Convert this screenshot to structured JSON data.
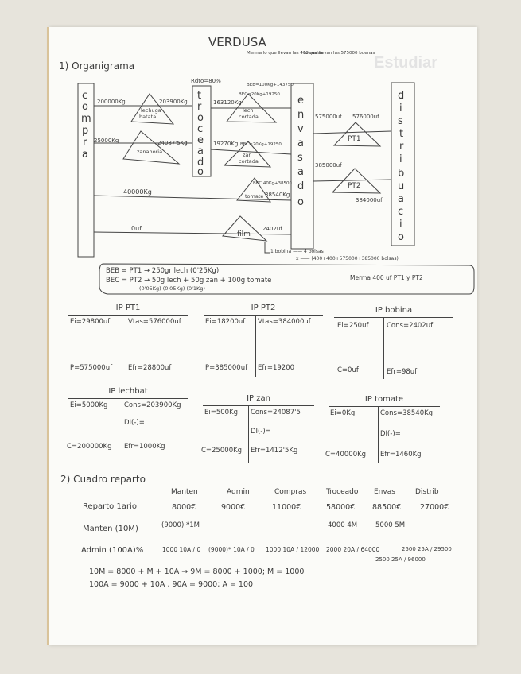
{
  "title": "VERDUSA",
  "bleed_through": "Estudiar",
  "section1": {
    "heading": "1) Organigrama",
    "departments": {
      "compra": "compra",
      "troceado": "troceado",
      "envasado": "envasado",
      "distribucion": "distribucion"
    },
    "triangles": {
      "lechuga_batata": [
        "lechuga",
        "batata"
      ],
      "zanahoria": "zanahoria",
      "lech_cortada": [
        "lech",
        "cortada"
      ],
      "zan_cortada": [
        "zan",
        "cortada"
      ],
      "tomate": "tomate",
      "film": "film",
      "pt1": "PT1",
      "pt2": "PT2"
    },
    "flows": {
      "compra_lech": "200000Kg",
      "lech_troceado": "203900Kg",
      "compra_zan": "25000Kg",
      "zan_troceado": "24087'5Kg",
      "rdto": "Rdto=80%",
      "troceado_lech": "163120Kg",
      "troceado_zan": "19270Kg",
      "beb_note": "BEB=100Kg+143750",
      "bec_lech": "BEC=20Kg+19250",
      "bec_zan": "BEC=20Kg+19250",
      "bec_tomate": "BEC 40Kg+38500",
      "compra_tomate": "40000Kg",
      "tomate_envasado": "38540Kg",
      "compra_film": "0uf",
      "film_envasado": "2402uf",
      "env_pt1": "575000uf",
      "pt1_dist": "576000uf",
      "env_pt2": "385000uf",
      "pt2_dist": "384000uf",
      "merma_note": "Merma lo que llevan las 400 malas",
      "buenas_note": "lo que llevan las 575000 buenas",
      "bobina_line1": "1 bobina —— 4 bolsas",
      "bobina_line2": "x —— (400+400+575000+385000 bolsas)"
    },
    "box": {
      "line1": "BEB = PT1 → 250gr lech (0'25Kg)",
      "line2": "BEC = PT2 → 50g lech + 50g zan + 100g tomate",
      "line3": "(0'05Kg) (0'05Kg) (0'1Kg)",
      "merma": "Merma 400 uf PT1 y PT2"
    }
  },
  "ip_accounts": [
    {
      "title": "IP PT1",
      "tl": "Ei=29800uf",
      "tr": "Vtas=576000uf",
      "bl": "P=575000uf",
      "br": "Efr=28800uf",
      "mr": ""
    },
    {
      "title": "IP PT2",
      "tl": "Ei=18200uf",
      "tr": "Vtas=384000uf",
      "bl": "P=385000uf",
      "br": "Efr=19200",
      "mr": ""
    },
    {
      "title": "IP bobina",
      "tl": "Ei=250uf",
      "tr": "Cons=2402uf",
      "bl": "C=0uf",
      "br": "Efr=98uf",
      "mr": ""
    },
    {
      "title": "IP lechbat",
      "tl": "Ei=5000Kg",
      "tr": "Cons=203900Kg",
      "bl": "C=200000Kg",
      "br": "Efr=1000Kg",
      "mr": "DI(-)="
    },
    {
      "title": "IP zan",
      "tl": "Ei=500Kg",
      "tr": "Cons=24087'5",
      "bl": "C=25000Kg",
      "br": "Efr=1412'5Kg",
      "mr": "DI(-)="
    },
    {
      "title": "IP tomate",
      "tl": "Ei=0Kg",
      "tr": "Cons=38540Kg",
      "bl": "C=40000Kg",
      "br": "Efr=1460Kg",
      "mr": "DI(-)="
    }
  ],
  "section2": {
    "heading": "2) Cuadro reparto",
    "columns": [
      "Manten",
      "Admin",
      "Compras",
      "Troceado",
      "Envas",
      "Distrib"
    ],
    "rows": [
      {
        "label": "Reparto 1ario",
        "cells": [
          "8000€",
          "9000€",
          "11000€",
          "58000€",
          "88500€",
          "27000€"
        ]
      },
      {
        "label": "Manten (10M)",
        "cells": [
          "(9000) *1M",
          "",
          "",
          "4000 4M",
          "5000 5M",
          ""
        ]
      },
      {
        "label": "Admin (100A)%",
        "cells": [
          "1000 10A / 0",
          "(9000)* 10A / 0",
          "1000 10A / 12000",
          "2000 20A / 64000",
          "2500 25A / 96000",
          "2500 25A / 29500"
        ]
      }
    ],
    "eq1": "10M = 8000 + M + 10A → 9M = 8000 + 1000; M = 1000",
    "eq2": "100A = 9000 + 10A , 90A = 9000; A = 100"
  }
}
